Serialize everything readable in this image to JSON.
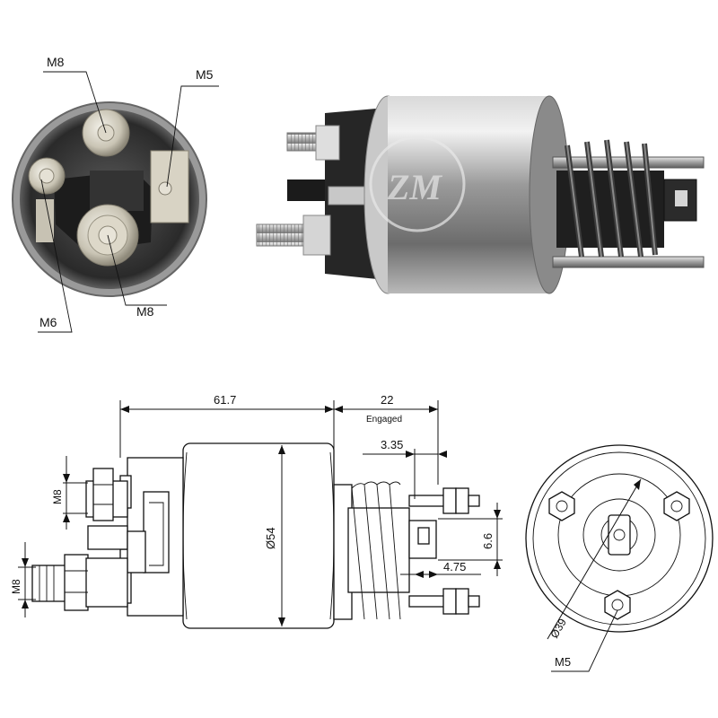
{
  "photo_labels": {
    "top_left": "M8",
    "top_right": "M5",
    "bottom_left": "M6",
    "bottom_right": "M8"
  },
  "drawing_labels": {
    "overall_length": "61.7",
    "stroke": "22",
    "stroke_note": "Engaged",
    "offset_a": "3.35",
    "offset_b": "4.75",
    "plunger_height": "6.6",
    "body_diameter": "Ø54",
    "upper_thread": "M8",
    "lower_thread": "M8",
    "mount_circle": "Ø39",
    "mount_thread": "M5"
  }
}
